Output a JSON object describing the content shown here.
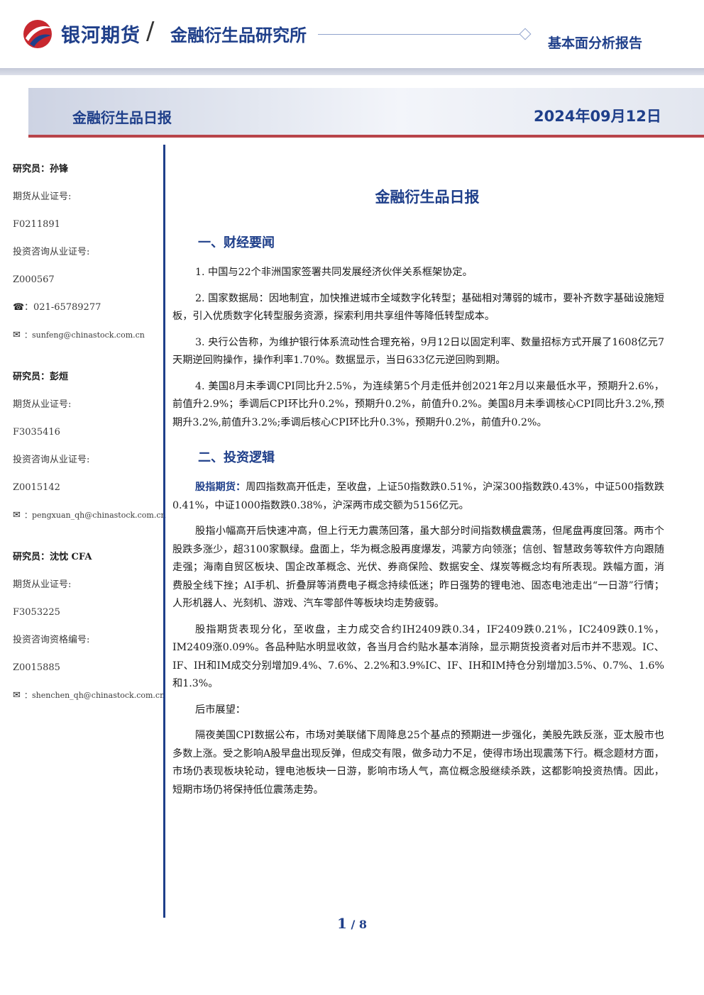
{
  "header": {
    "company": "银河期货",
    "slash": "/",
    "institute": "金融衍生品研究所",
    "report_type": "基本面分析报告"
  },
  "banner": {
    "title": "金融衍生品日报",
    "date": "2024年09月12日"
  },
  "sidebar": {
    "researchers": [
      {
        "name": "研究员：孙锋",
        "license_label": "期货从业证号:",
        "license": "F0211891",
        "consult_label": "投资咨询从业证号:",
        "consult": "Z000567",
        "phone": "：021-65789277",
        "email": "：sunfeng@chinastock.com.cn"
      },
      {
        "name": "研究员：彭烜",
        "license_label": "期货从业证号:",
        "license": "F3035416",
        "consult_label": "投资咨询从业证号:",
        "consult": "Z0015142",
        "email": "：pengxuan_qh@chinastock.com.cn"
      },
      {
        "name": "研究员：沈忱  CFA",
        "license_label": "期货从业证号:",
        "license": "F3053225",
        "consult_label": "投资咨询资格编号:",
        "consult": "Z0015885",
        "email": "：shenchen_qh@chinastock.com.cn"
      }
    ],
    "icons": {
      "phone": "phone-icon",
      "email": "email-icon"
    }
  },
  "main": {
    "title": "金融衍生品日报",
    "section1": {
      "heading": "一、财经要闻",
      "items": [
        "1. 中国与22个非洲国家签署共同发展经济伙伴关系框架协定。",
        "2. 国家数据局：因地制宜，加快推进城市全域数字化转型；基础相对薄弱的城市，要补齐数字基础设施短板，引入优质数字化转型服务资源，探索利用共享组件等降低转型成本。",
        "3. 央行公告称，为维护银行体系流动性合理充裕，9月12日以固定利率、数量招标方式开展了1608亿元7天期逆回购操作，操作利率1.70%。数据显示，当日633亿元逆回购到期。",
        "4. 美国8月未季调CPI同比升2.5%，为连续第5个月走低并创2021年2月以来最低水平，预期升2.6%，前值升2.9%；季调后CPI环比升0.2%，预期升0.2%，前值升0.2%。美国8月未季调核心CPI同比升3.2%,预期升3.2%,前值升3.2%;季调后核心CPI环比升0.3%，预期升0.2%，前值升0.2%。"
      ]
    },
    "section2": {
      "heading": "二、投资逻辑",
      "lead": "股指期货：",
      "lead_text": "周四指数高开低走，至收盘，上证50指数跌0.51%，沪深300指数跌0.43%，中证500指数跌0.41%，中证1000指数跌0.38%，沪深两市成交额为5156亿元。",
      "paragraphs": [
        "股指小幅高开后快速冲高，但上行无力震荡回落，虽大部分时间指数横盘震荡，但尾盘再度回落。两市个股跌多涨少，超3100家飘绿。盘面上，华为概念股再度爆发，鸿蒙方向领涨；信创、智慧政务等软件方向跟随走强；海南自贸区板块、国企改革概念、光伏、券商保险、数据安全、煤炭等概念均有所表现。跌幅方面，消费股全线下挫；AI手机、折叠屏等消费电子概念持续低迷；昨日强势的锂电池、固态电池走出“一日游”行情；人形机器人、光刻机、游戏、汽车零部件等板块均走势疲弱。",
        "股指期货表现分化，至收盘，主力成交合约IH2409跌0.34，IF2409跌0.21%，IC2409跌0.1%，IM2409涨0.09%。各品种贴水明显收敛，各当月合约贴水基本消除，显示期货投资者对后市并不悲观。IC、IF、IH和IM成交分别增加9.4%、7.6%、2.2%和3.9%IC、IF、IH和IM持仓分别增加3.5%、0.7%、1.6%和1.3%。",
        "后市展望：",
        "隔夜美国CPI数据公布，市场对美联储下周降息25个基点的预期进一步强化，美股先跌反涨，亚太股市也多数上涨。受之影响A股早盘出现反弹，但成交有限，做多动力不足，使得市场出现震荡下行。概念题材方面，市场仍表现板块轮动，锂电池板块一日游，影响市场人气，高位概念股继续杀跌，这都影响投资热情。因此，短期市场仍将保持低位震荡走势。"
      ]
    }
  },
  "footer": {
    "page": "1",
    "total": " / 8"
  },
  "colors": {
    "brand": "#1f3f8a",
    "accent_red": "#b8444a"
  }
}
